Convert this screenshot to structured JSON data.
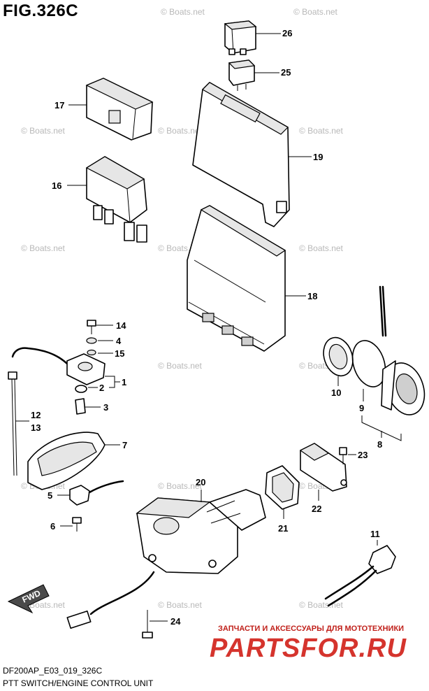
{
  "header": {
    "fig_title": "FIG.326C"
  },
  "footer": {
    "model_code": "DF200AP_E03_019_326C",
    "subtitle": "PTT SWITCH/ENGINE CONTROL UNIT"
  },
  "watermark": {
    "copyright": "© Boats.net",
    "shop_tagline": "ЗАПЧАСТИ И АКСЕССУАРЫ ДЛЯ МОТОТЕХНИКИ",
    "shop_site": "PARTSFOR.RU"
  },
  "direction_badge": {
    "label": "FWD"
  },
  "callouts": {
    "n1": "1",
    "n2": "2",
    "n3": "3",
    "n4": "4",
    "n5": "5",
    "n6": "6",
    "n7": "7",
    "n8": "8",
    "n9": "9",
    "n10": "10",
    "n11": "11",
    "n12": "12",
    "n13": "13",
    "n14": "14",
    "n15": "15",
    "n16": "16",
    "n17": "17",
    "n18": "18",
    "n19": "19",
    "n20": "20",
    "n21": "21",
    "n22": "22",
    "n23": "23",
    "n24": "24",
    "n25": "25",
    "n26": "26"
  },
  "colors": {
    "ink": "#000000",
    "watermark_grey": "#b8b8b8",
    "brand_red": "#d2231c"
  }
}
